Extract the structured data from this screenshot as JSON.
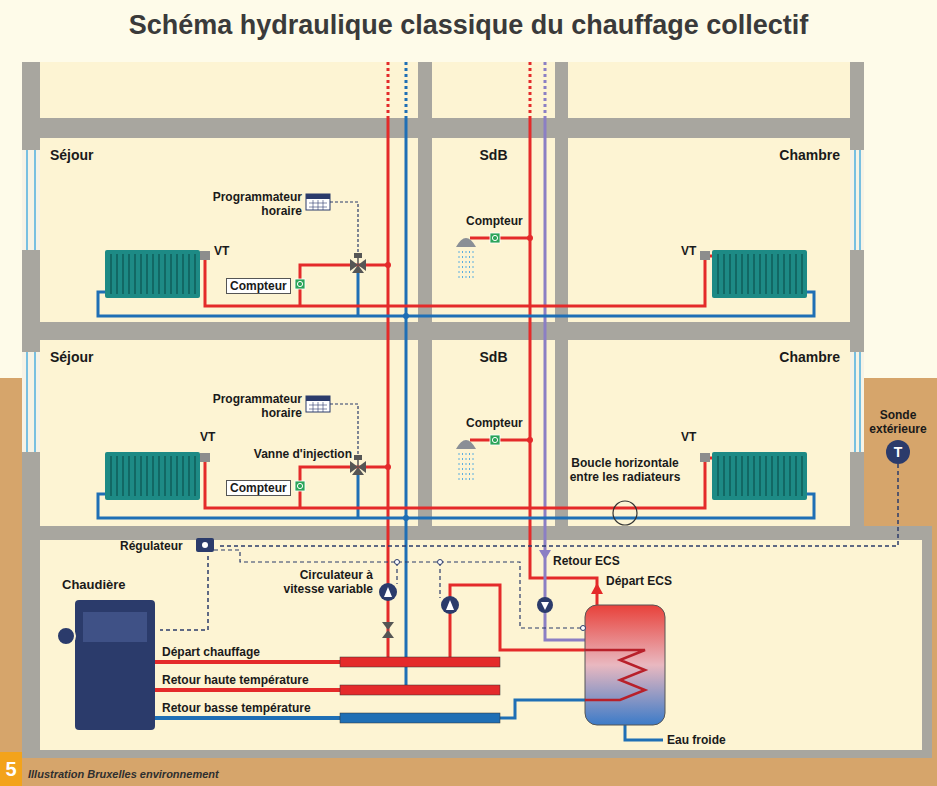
{
  "diagram": {
    "title": "Schéma hydraulique classique du chauffage collectif",
    "nodes": [
      {
        "text": [
          "Séjour"
        ]
      },
      {
        "text": [
          "SdB"
        ]
      },
      {
        "text": [
          "Chambre"
        ]
      },
      {
        "text": [
          "Séjour"
        ]
      },
      {
        "text": [
          "SdB"
        ]
      },
      {
        "text": [
          "Chambre"
        ]
      },
      {
        "text": [
          "Sonde extérieure",
          "T"
        ]
      },
      {
        "text": [
          "Régulateur"
        ]
      },
      {
        "text": [
          "Chaudière"
        ]
      }
    ],
    "edges": [
      {
        "from": 6,
        "to": 7,
        "arrow": "none"
      },
      {
        "from": 7,
        "to": 8,
        "arrow": "none"
      }
    ],
    "labels": [
      "Programmateur horaire",
      "VT",
      "Compteur",
      "Compteur",
      "VT",
      "Programmateur horaire",
      "VT",
      "Vanne d'injection",
      "Compteur",
      "Compteur",
      "VT",
      "Boucle horizontale entre les radiateurs",
      "Retour ECS",
      "Départ ECS",
      "Circulateur à vitesse variable",
      "Départ chauffage",
      "Retour haute température",
      "Retour basse température",
      "Eau froide",
      "5",
      "Illustration Bruxelles environnement"
    ]
  }
}
